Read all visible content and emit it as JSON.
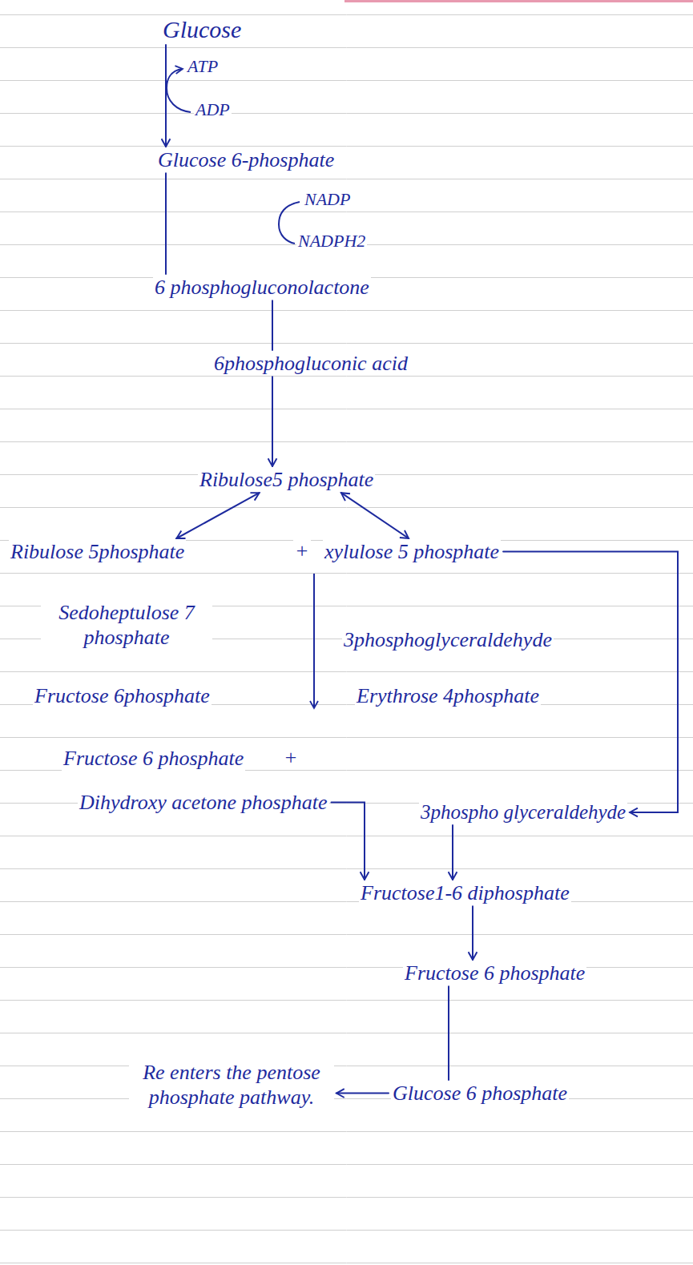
{
  "diagram": {
    "nodes": [
      {
        "text": [
          "Glucose"
        ]
      },
      {
        "text": [
          "Glucose 6-phosphate"
        ]
      },
      {
        "text": [
          "6 phosphogluconolactone"
        ]
      },
      {
        "text": [
          "6phosphogluconic acid"
        ]
      },
      {
        "text": [
          "Ribulose5 phosphate"
        ]
      },
      {
        "text": [
          "Ribulose 5phosphate"
        ]
      },
      {
        "text": [
          "xylulose 5 phosphate"
        ]
      },
      {
        "text": [
          "Sedoheptulose 7 phosphate"
        ]
      },
      {
        "text": [
          "3phosphoglyceraldehyde"
        ]
      },
      {
        "text": [
          "Fructose 6phosphate"
        ]
      },
      {
        "text": [
          "Erythrose 4phosphate"
        ]
      },
      {
        "text": [
          "Fructose 6 phosphate"
        ]
      },
      {
        "text": [
          "Dihydroxy acetone phosphate"
        ]
      },
      {
        "text": [
          "3phospho glyceraldehyde"
        ]
      },
      {
        "text": [
          "Fructose1-6 diphosphate"
        ]
      },
      {
        "text": [
          "Fructose 6 phosphate"
        ]
      },
      {
        "text": [
          "Glucose 6 phosphate"
        ]
      },
      {
        "text": [
          "Re enters the pentose phosphate pathway."
        ]
      }
    ],
    "edges": [
      {
        "from": 0,
        "to": 1,
        "arrow": "to"
      },
      {
        "from": 1,
        "to": 2,
        "arrow": "none"
      },
      {
        "from": 2,
        "to": 3,
        "arrow": "none"
      },
      {
        "from": 3,
        "to": 4,
        "arrow": "to"
      },
      {
        "from": 4,
        "to": 5,
        "arrow": "both"
      },
      {
        "from": 4,
        "to": 6,
        "arrow": "both"
      },
      {
        "from": 6,
        "to": 13,
        "arrow": "to"
      },
      {
        "from": 12,
        "to": 14,
        "arrow": "to"
      },
      {
        "from": 13,
        "to": 14,
        "arrow": "to"
      },
      {
        "from": 14,
        "to": 15,
        "arrow": "to"
      },
      {
        "from": 15,
        "to": 16,
        "arrow": "none"
      },
      {
        "from": 16,
        "to": 17,
        "arrow": "to"
      }
    ],
    "labels": [
      "ATP",
      "ADP",
      "NADP",
      "NADPH2",
      "+",
      "+"
    ]
  }
}
